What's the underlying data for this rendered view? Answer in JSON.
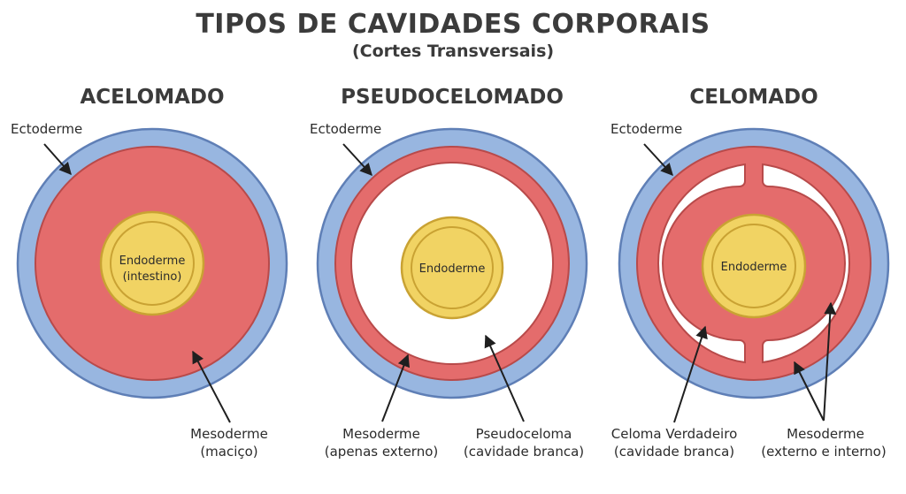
{
  "title": "TIPOS DE CAVIDADES CORPORAIS",
  "subtitle": "(Cortes Transversais)",
  "panels": [
    {
      "heading": "ACELOMADO",
      "ectoderm_label": "Ectoderme",
      "endoderm_line1": "Endoderme",
      "endoderm_line2": "(intestino)",
      "mesoderm_line1": "Mesoderme",
      "mesoderm_line2": "(maciço)"
    },
    {
      "heading": "PSEUDOCELOMADO",
      "ectoderm_label": "Ectoderme",
      "endoderm_line1": "Endoderme",
      "mesoderm_line1": "Mesoderme",
      "mesoderm_line2": "(apenas externo)",
      "cavity_line1": "Pseudoceloma",
      "cavity_line2": "(cavidade branca)"
    },
    {
      "heading": "CELOMADO",
      "ectoderm_label": "Ectoderme",
      "endoderm_line1": "Endoderme",
      "cavity_line1": "Celoma Verdadeiro",
      "cavity_line2": "(cavidade branca)",
      "mesoderm_line1": "Mesoderme",
      "mesoderm_line2": "(externo e interno)"
    }
  ],
  "colors": {
    "ectoderm": "#98b6e0",
    "mesoderm": "#e46c6c",
    "endoderm": "#f1d363",
    "cavity": "#ffffff"
  }
}
